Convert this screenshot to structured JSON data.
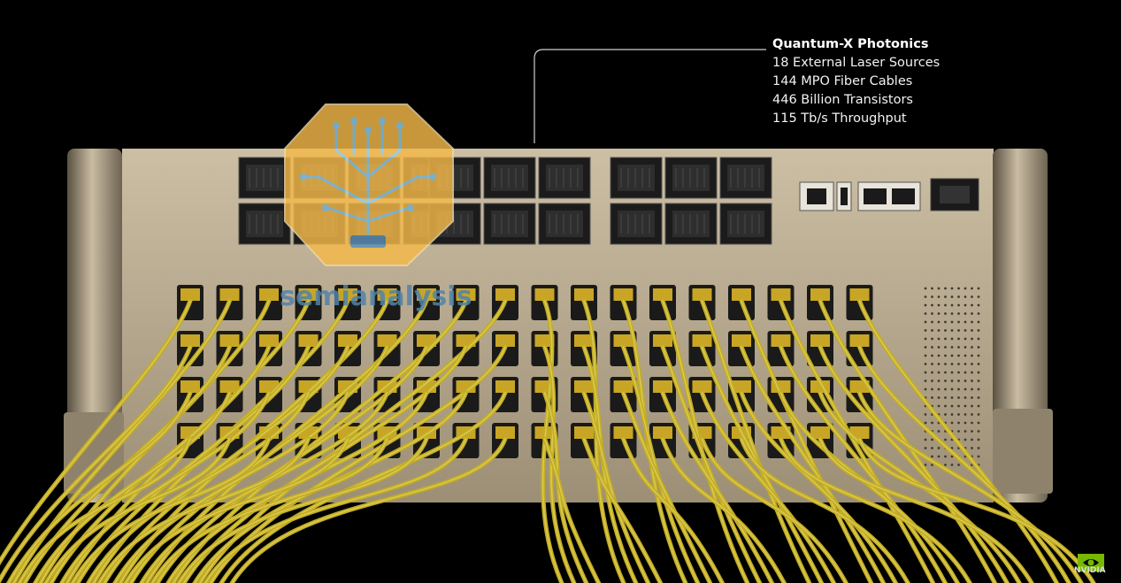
{
  "specs": {
    "title": "Quantum-X Photonics",
    "lines": [
      "18 External Laser Sources",
      "144 MPO Fiber Cables",
      "446 Billion Transistors",
      "115 Tb/s Throughput"
    ]
  },
  "watermark": {
    "brand": "semianalysis"
  },
  "logo": {
    "brand": "NVIDIA"
  },
  "colors": {
    "background": "#000000",
    "chassis": "#b8a98d",
    "fiber": "#c9b42a",
    "watermark_orange": "#f5b94a",
    "watermark_blue": "#5b8fb8"
  }
}
